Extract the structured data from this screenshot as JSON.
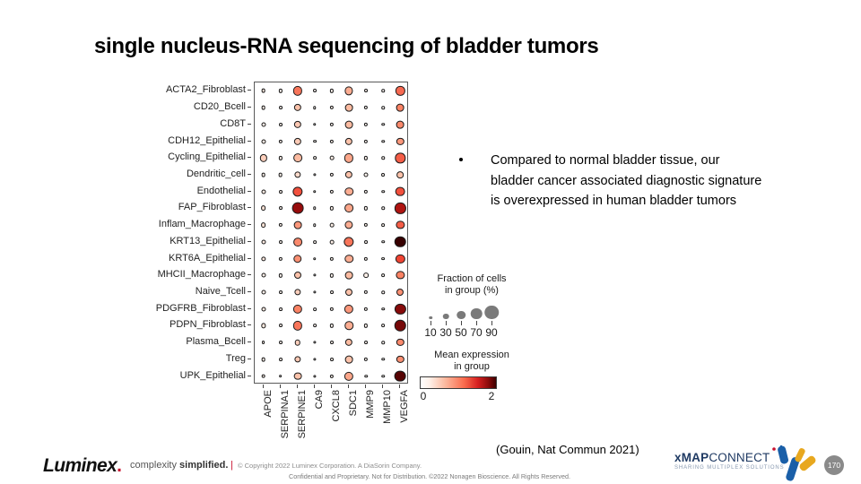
{
  "slide": {
    "title": "single nucleus-RNA sequencing of bladder tumors",
    "citation": "(Gouin, Nat Commun  2021)"
  },
  "body": {
    "bullet": "Compared to normal bladder tissue, our bladder cancer associated diagnostic signature is overexpressed in human bladder tumors"
  },
  "legend": {
    "fraction_title_line1": "Fraction of cells",
    "fraction_title_line2": "in group (%)",
    "fraction_ticks": [
      "10",
      "30",
      "50",
      "70",
      "90"
    ],
    "colorbar_title_line1": "Mean expression",
    "colorbar_title_line2": "in group",
    "colorbar_ticks": [
      "0",
      "2"
    ]
  },
  "footer": {
    "logo": "Luminex",
    "tagline_light": "complexity ",
    "tagline_bold": "simplified.",
    "separator": "|",
    "copyright": "© Copyright 2022  Luminex Corporation.  A DiaSorin Company.",
    "confidential": "Confidential and Proprietary. Not for Distribution. ©2022 Nonagen Bioscience. All Rights Reserved.",
    "xmap_name_bold": "xMAP",
    "xmap_name_rest": "CONNECT",
    "xmap_tagline": "SHARING MULTIPLEX SOLUTIONS",
    "page_number": "170"
  },
  "colors": {
    "accent_red": "#c8102e",
    "xmap_blue": "#1f3a63",
    "colorbar_low": "#ffffff",
    "colorbar_mid": "#e03020",
    "colorbar_high": "#3d0000",
    "fraction_dot_gray": "#7a7a7a"
  },
  "chart_data": {
    "type": "heatmap",
    "title": "",
    "xlabel": "",
    "ylabel": "",
    "grid": false,
    "legend_position": "right",
    "genes": [
      "APOE",
      "SERPINA1",
      "SERPINE1",
      "CA9",
      "CXCL8",
      "SDC1",
      "MMP9",
      "MMP10",
      "VEGFA"
    ],
    "cell_types": [
      "ACTA2_Fibroblast",
      "CD20_Bcell",
      "CD8T",
      "CDH12_Epithelial",
      "Cycling_Epithelial",
      "Dendritic_cell",
      "Endothelial",
      "FAP_Fibroblast",
      "Inflam_Macrophage",
      "KRT13_Epithelial",
      "KRT6A_Epithelial",
      "MHCII_Macrophage",
      "Naive_Tcell",
      "PDGFRB_Fibroblast",
      "PDPN_Fibroblast",
      "Plasma_Bcell",
      "Treg",
      "UPK_Epithelial"
    ],
    "mean_expression_range": [
      0,
      2
    ],
    "fraction_range": [
      10,
      90
    ],
    "mean_expression": [
      [
        0.25,
        0.15,
        1.05,
        0.1,
        0.15,
        0.7,
        0.15,
        0.08,
        1.1
      ],
      [
        0.2,
        0.12,
        0.55,
        0.08,
        0.15,
        0.6,
        0.12,
        0.08,
        1.0
      ],
      [
        0.18,
        0.12,
        0.5,
        0.08,
        0.12,
        0.6,
        0.12,
        0.08,
        0.95
      ],
      [
        0.2,
        0.15,
        0.48,
        0.1,
        0.15,
        0.55,
        0.12,
        0.08,
        0.85
      ],
      [
        0.45,
        0.18,
        0.6,
        0.12,
        0.2,
        0.75,
        0.15,
        0.1,
        1.15
      ],
      [
        0.18,
        0.15,
        0.35,
        0.05,
        0.15,
        0.55,
        0.15,
        0.1,
        0.55
      ],
      [
        0.22,
        0.12,
        1.2,
        0.08,
        0.15,
        0.7,
        0.12,
        0.08,
        1.2
      ],
      [
        0.3,
        0.12,
        1.7,
        0.08,
        0.15,
        0.75,
        0.12,
        0.08,
        1.6
      ],
      [
        0.3,
        0.15,
        0.85,
        0.08,
        0.18,
        0.7,
        0.18,
        0.12,
        1.15
      ],
      [
        0.22,
        0.12,
        0.95,
        0.1,
        0.18,
        1.05,
        0.12,
        0.08,
        2.0
      ],
      [
        0.25,
        0.15,
        0.9,
        0.08,
        0.15,
        0.7,
        0.15,
        0.1,
        1.25
      ],
      [
        0.2,
        0.15,
        0.55,
        0.05,
        0.15,
        0.6,
        0.18,
        0.1,
        1.0
      ],
      [
        0.18,
        0.12,
        0.45,
        0.05,
        0.12,
        0.55,
        0.12,
        0.08,
        0.9
      ],
      [
        0.22,
        0.12,
        1.0,
        0.08,
        0.15,
        0.85,
        0.12,
        0.1,
        1.75
      ],
      [
        0.25,
        0.12,
        1.05,
        0.1,
        0.15,
        0.7,
        0.15,
        0.1,
        1.8
      ],
      [
        0.15,
        0.12,
        0.45,
        0.05,
        0.12,
        0.6,
        0.12,
        0.08,
        0.95
      ],
      [
        0.18,
        0.12,
        0.5,
        0.05,
        0.12,
        0.55,
        0.12,
        0.08,
        0.9
      ],
      [
        0.18,
        0.1,
        0.55,
        0.05,
        0.15,
        0.75,
        0.1,
        0.08,
        1.9
      ]
    ],
    "fraction_of_cells": [
      [
        18,
        15,
        55,
        13,
        15,
        48,
        13,
        10,
        55
      ],
      [
        18,
        13,
        42,
        10,
        15,
        45,
        15,
        10,
        45
      ],
      [
        20,
        13,
        42,
        10,
        15,
        45,
        15,
        10,
        45
      ],
      [
        20,
        15,
        42,
        12,
        15,
        42,
        15,
        10,
        42
      ],
      [
        42,
        15,
        52,
        12,
        18,
        55,
        15,
        10,
        62
      ],
      [
        18,
        18,
        35,
        8,
        15,
        42,
        20,
        13,
        38
      ],
      [
        20,
        13,
        62,
        10,
        15,
        50,
        15,
        10,
        58
      ],
      [
        25,
        13,
        72,
        10,
        15,
        52,
        15,
        10,
        68
      ],
      [
        25,
        15,
        45,
        10,
        18,
        48,
        15,
        12,
        48
      ],
      [
        20,
        13,
        52,
        12,
        18,
        62,
        13,
        10,
        70
      ],
      [
        22,
        15,
        50,
        10,
        15,
        50,
        15,
        12,
        55
      ],
      [
        20,
        15,
        40,
        8,
        15,
        45,
        25,
        12,
        48
      ],
      [
        20,
        13,
        35,
        8,
        13,
        40,
        15,
        10,
        40
      ],
      [
        20,
        13,
        55,
        12,
        15,
        55,
        15,
        10,
        68
      ],
      [
        22,
        13,
        55,
        12,
        15,
        50,
        15,
        12,
        70
      ],
      [
        13,
        13,
        30,
        8,
        13,
        42,
        13,
        10,
        42
      ],
      [
        18,
        13,
        35,
        8,
        13,
        45,
        15,
        10,
        42
      ],
      [
        18,
        12,
        45,
        8,
        15,
        55,
        10,
        10,
        72
      ]
    ]
  }
}
